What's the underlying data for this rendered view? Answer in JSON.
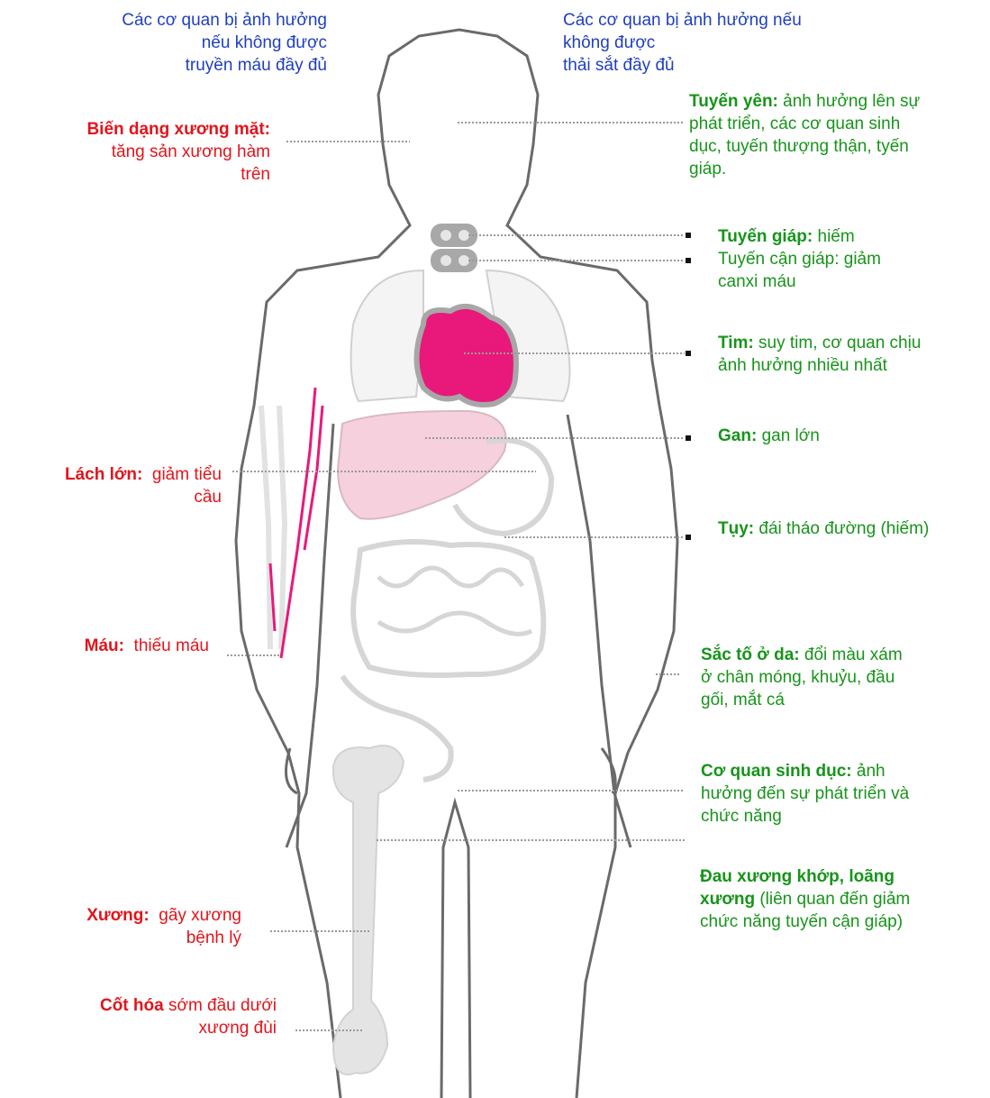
{
  "headers": {
    "left": [
      "Các cơ quan bị ảnh hưởng",
      "nếu không được",
      "truyền máu đầy đủ"
    ],
    "right": [
      "Các cơ quan bị ảnh hưởng nếu",
      "không được",
      "thải sắt đầy đủ"
    ]
  },
  "left_labels": {
    "face": {
      "title": "Biến dạng xương mặt:",
      "text1": "tăng sản xương hàm",
      "text2": "trên"
    },
    "spleen": {
      "title": "Lách lớn:",
      "text1": "giảm tiểu",
      "text2": "cầu"
    },
    "blood": {
      "title": "Máu:",
      "text1": "thiếu máu"
    },
    "bone": {
      "title": "Xương:",
      "text1": "gãy xương",
      "text2": "bệnh lý"
    },
    "femur": {
      "title": "Cốt hóa",
      "text1": "sớm đầu dưới",
      "text2": "xương đùi"
    }
  },
  "right_labels": {
    "pituitary": {
      "title": "Tuyến yên:",
      "text1": "ảnh hưởng lên sự",
      "text2": "phát triển, các cơ quan sinh",
      "text3": "dục, tuyến thượng thận, tyến",
      "text4": "giáp."
    },
    "thyroid": {
      "title": "Tuyến giáp:",
      "text1": "hiếm"
    },
    "parathyroid": {
      "text1": "Tuyến cận giáp: giảm",
      "text2": "canxi máu"
    },
    "heart": {
      "title": "Tim:",
      "text1": "suy tim, cơ quan chịu",
      "text2": "ảnh hưởng nhiều nhất"
    },
    "liver": {
      "title": "Gan:",
      "text1": "gan lớn"
    },
    "pancreas": {
      "title": "Tụy:",
      "text1": "đái tháo đường (hiếm)"
    },
    "skin": {
      "title": "Sắc tố ở da:",
      "text1": "đổi màu xám",
      "text2": "ở chân móng, khuỷu, đầu",
      "text3": "gối, mắt cá"
    },
    "genital": {
      "title": "Cơ quan sinh dục:",
      "text1": "ảnh",
      "text2": "hưởng đến sự phát triển và",
      "text3": "chức năng"
    },
    "joint": {
      "title1": "Đau xương khớp, loãng",
      "title2": "xương",
      "text1": "(liên quan đến giảm",
      "text2": "chức năng tuyến cận giáp)"
    }
  },
  "colors": {
    "header": "#1f3fbf",
    "transfusion_labels": "#e3141b",
    "chelation_labels": "#17941a",
    "heart": "#e8197a",
    "liver": "#f6d0dc",
    "outline": "#6a6a6a",
    "organ_gray": "#d6d6d6"
  }
}
